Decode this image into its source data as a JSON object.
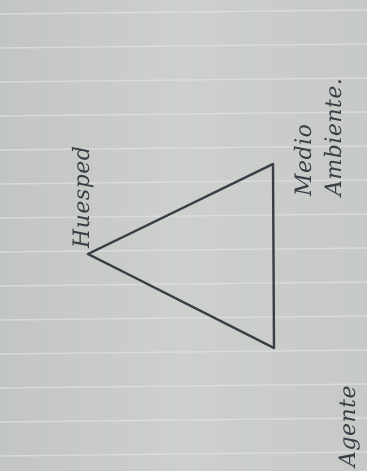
{
  "diagram": {
    "labels": {
      "host": "Huesped",
      "environment_line1": "Medio",
      "environment_line2": "Ambiente.",
      "agent": "Agente"
    }
  },
  "colors": {
    "paper": "#c9ccc9",
    "ruled_line": "#dfe1e3",
    "ink": "#3a3d45"
  }
}
